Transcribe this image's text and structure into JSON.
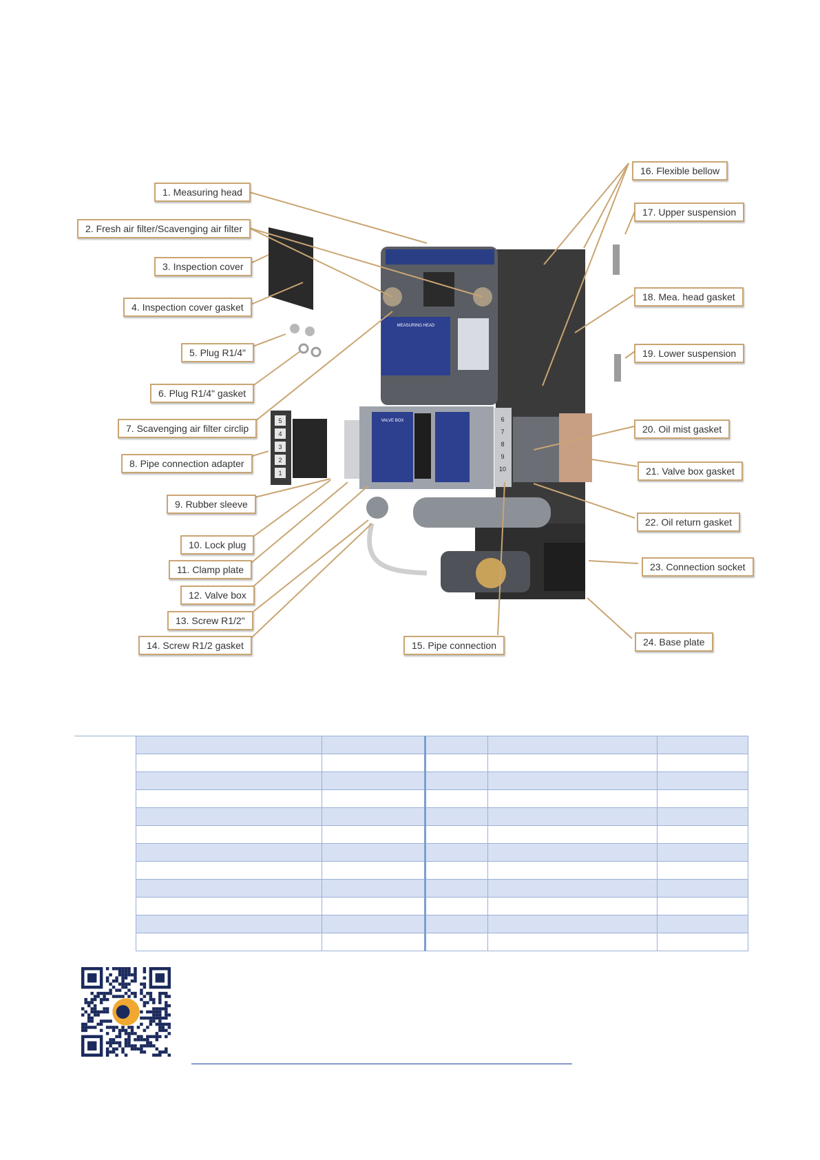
{
  "diagram": {
    "callouts_left": [
      "1. Measuring head",
      "2. Fresh air filter/Scavenging air filter",
      "3. Inspection cover",
      "4. Inspection cover gasket",
      "5. Plug R1/4\"",
      "6. Plug R1/4\" gasket",
      "7. Scavenging air filter circlip",
      "8. Pipe connection adapter",
      "9. Rubber sleeve",
      "10. Lock plug",
      "11. Clamp plate",
      "12. Valve box",
      "13. Screw R1/2\"",
      "14. Screw R1/2 gasket"
    ],
    "callout_bottom": "15. Pipe connection",
    "callouts_right": [
      "16. Flexible bellow",
      "17. Upper suspension",
      "18. Mea. head gasket",
      "19. Lower suspension",
      "20. Oil mist gasket",
      "21. Valve box gasket",
      "22. Oil return gasket",
      "23. Connection socket",
      "24. Base plate"
    ],
    "device_panel_labels": {
      "head_title": "MEASURING HEAD",
      "valve_box_title": "VALVE BOX",
      "port_numbers_left": [
        "5",
        "4",
        "3",
        "2",
        "1"
      ],
      "port_numbers_right": [
        "6",
        "7",
        "8",
        "9",
        "10"
      ]
    }
  },
  "table": {
    "rows": 12,
    "columns": 5
  },
  "colors": {
    "callout_border": "#c9a572",
    "table_band": "#d7e1f3",
    "table_border": "#9ab0d6",
    "link_line": "#1f3fa0"
  }
}
